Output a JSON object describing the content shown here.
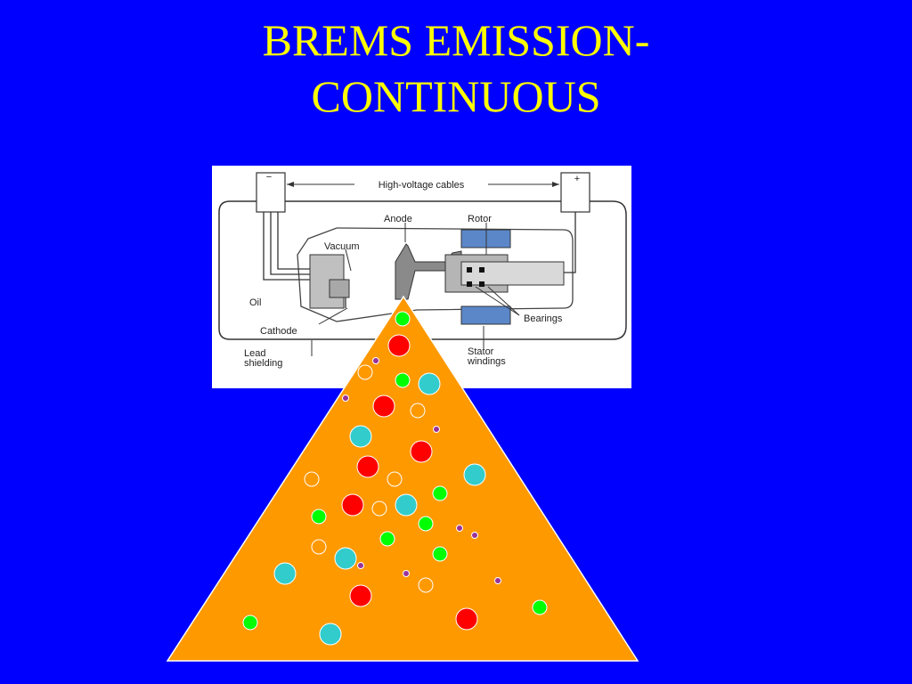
{
  "slide": {
    "title_line1": "BREMS EMISSION-",
    "title_line2": "CONTINUOUS"
  },
  "diagram": {
    "labels": {
      "cables": "High-voltage cables",
      "minus": "−",
      "plus": "+",
      "anode": "Anode",
      "rotor": "Rotor",
      "vacuum": "Vacuum",
      "oil": "Oil",
      "bearings": "Bearings",
      "cathode": "Cathode",
      "lead_line1": "Lead",
      "lead_line2": "shielding",
      "stator_line1": "Stator",
      "stator_line2": "windings"
    }
  },
  "colors": {
    "background": "#0000ff",
    "title": "#ffff00",
    "beam": "#ff9900",
    "particle_red": "#ff0000",
    "particle_cyan": "#33cccc",
    "particle_green": "#00ff00",
    "particle_purple": "#993399",
    "particle_hollow": "#ffffff"
  }
}
